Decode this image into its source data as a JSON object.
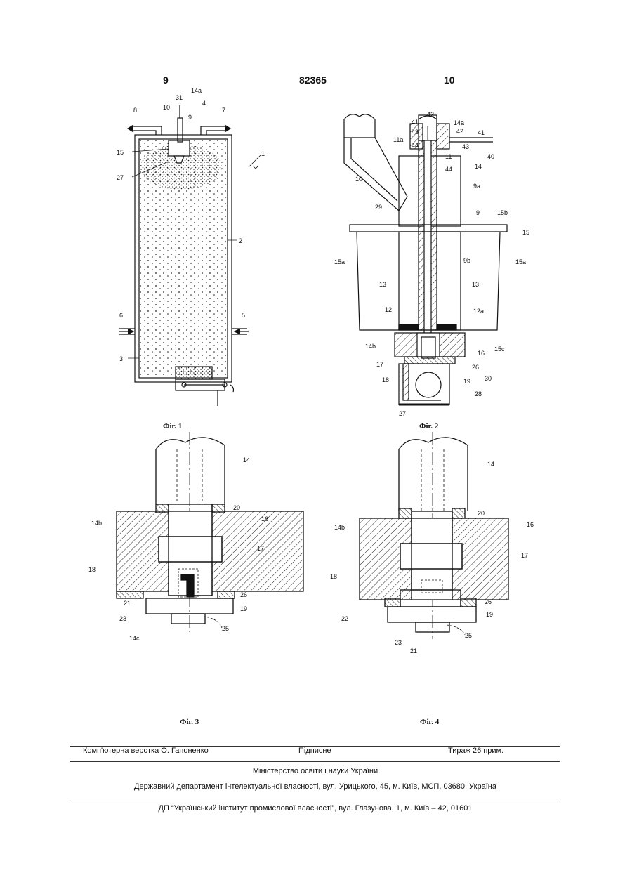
{
  "header": {
    "page_left": "9",
    "patent_number": "82365",
    "page_right": "10"
  },
  "figures": {
    "fig1": {
      "caption": "Фіг. 1",
      "labels": {
        "l1": "1",
        "l2": "2",
        "l3": "3",
        "l4": "4",
        "l5": "5",
        "l6": "6",
        "l7": "7",
        "l8": "8",
        "l9": "9",
        "l10": "10",
        "l14a": "14a",
        "l15": "15",
        "l27": "27",
        "l31": "31"
      }
    },
    "fig2": {
      "caption": "Фіг. 2",
      "labels": {
        "l42": "42",
        "l41a": "41",
        "l41b": "41",
        "l43a": "43",
        "l43b": "43",
        "l44a": "44",
        "l44b": "44",
        "l11a": "11a",
        "l11": "11",
        "l14a": "14a",
        "l42b": "42",
        "l40": "40",
        "l14": "14",
        "l10": "10",
        "l9a": "9a",
        "l29": "29",
        "l9": "9",
        "l15b": "15b",
        "l15": "15",
        "l15aL": "15a",
        "l15aR": "15a",
        "l9b": "9b",
        "l13L": "13",
        "l13R": "13",
        "l12": "12",
        "l12a": "12a",
        "l14b": "14b",
        "l16": "16",
        "l15c": "15c",
        "l17": "17",
        "l26": "26",
        "l18": "18",
        "l19": "19",
        "l30": "30",
        "l28": "28",
        "l27": "27"
      }
    },
    "fig3": {
      "caption": "Фіг. 3",
      "labels": {
        "l14": "14",
        "l20": "20",
        "l14b": "14b",
        "l16": "16",
        "l17": "17",
        "l18": "18",
        "l21": "21",
        "l26": "26",
        "l23": "23",
        "l19": "19",
        "l14c": "14c",
        "l25": "25"
      }
    },
    "fig4": {
      "caption": "Фіг. 4",
      "labels": {
        "l14": "14",
        "l20": "20",
        "l14b": "14b",
        "l16": "16",
        "l17": "17",
        "l18": "18",
        "l22": "22",
        "l26": "26",
        "l19": "19",
        "l23": "23",
        "l25": "25",
        "l21": "21"
      }
    }
  },
  "footer": {
    "layout": "Комп'ютерна верстка О. Гапоненко",
    "signed": "Підписне",
    "circulation": "Тираж 26 прим.",
    "ministry": "Міністерство освіти і науки України",
    "department": "Державний департамент інтелектуальної власності, вул. Урицького, 45, м. Київ, МСП, 03680, Україна",
    "institute": "ДП “Український інститут промислової власності”, вул. Глазунова, 1, м. Київ – 42, 01601"
  }
}
